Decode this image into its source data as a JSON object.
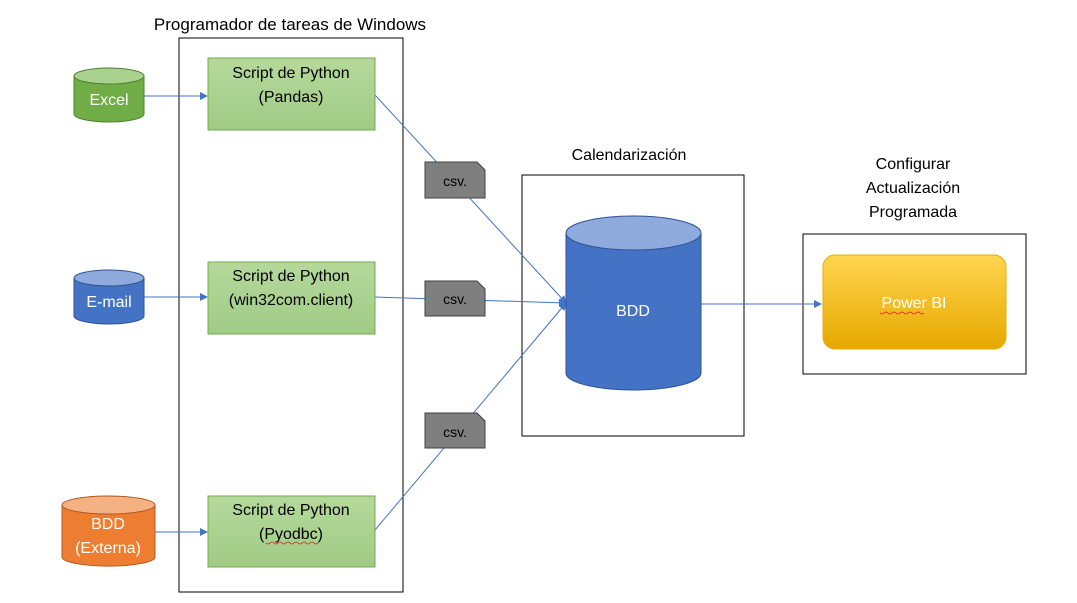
{
  "containers": {
    "scheduler_title": "Programador de tareas de Windows",
    "scheduling_title": "Calendarización",
    "refresh_title_lines": [
      "Configurar",
      "Actualización",
      "Programada"
    ]
  },
  "sources": [
    {
      "lines": [
        "Excel"
      ],
      "color": "#70AD47"
    },
    {
      "lines": [
        "E-mail"
      ],
      "color": "#4472C4"
    },
    {
      "lines": [
        "BDD",
        "(Externa)"
      ],
      "color": "#ED7D31"
    }
  ],
  "scripts": [
    {
      "lines": [
        "Script de Python",
        "(Pandas)"
      ]
    },
    {
      "lines": [
        "Script de Python",
        "(win32com.client)"
      ]
    },
    {
      "lines": [
        "Script de Python",
        "(Pyodbc)"
      ]
    }
  ],
  "files": [
    {
      "label": "csv."
    },
    {
      "label": "csv."
    },
    {
      "label": "csv."
    }
  ],
  "database": {
    "label": "BDD",
    "color": "#4472C4"
  },
  "powerbi": {
    "label": "Power BI"
  },
  "colors": {
    "script_fill": "#A9D18E",
    "script_stroke": "#70AD47",
    "file_fill": "#7F7F7F",
    "arrow": "#4472C4",
    "powerbi_fill": "#FFC000"
  }
}
